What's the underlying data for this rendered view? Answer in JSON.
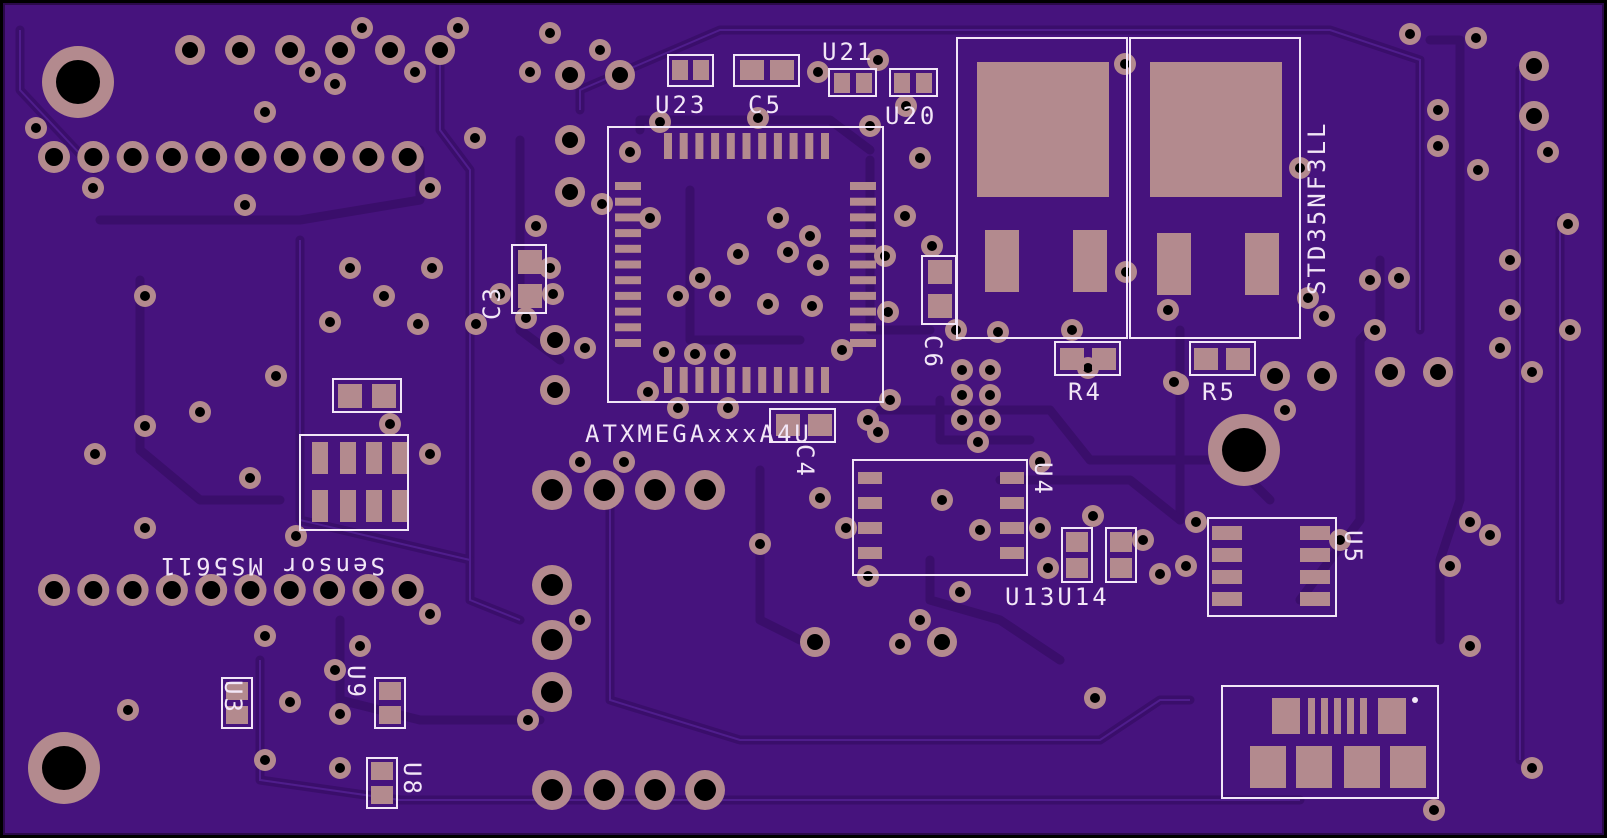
{
  "board": {
    "colors": {
      "background": "#000000",
      "board": "#46137d",
      "board_edge": "#3a0f68",
      "trace": "#3c0f6e",
      "trace_hi": "#52208f",
      "copper_pad": "#b38a8e",
      "silk": "#f2e6f7",
      "hole": "#000000"
    }
  },
  "labels": {
    "u23": "U23",
    "c5": "C5",
    "u21": "U21",
    "u20": "U20",
    "c3": "C3",
    "c6": "C6",
    "std": "STD35NF3LL",
    "r4": "R4",
    "r5": "R5",
    "atx": "ATXMEGAxxxA4U",
    "c4": "C4",
    "u4": "U4",
    "u13u14": "U13U14",
    "u5": "U5",
    "sensor": "Sensor MS5611",
    "u3": "U3",
    "u9": "U9",
    "u8": "U8"
  }
}
